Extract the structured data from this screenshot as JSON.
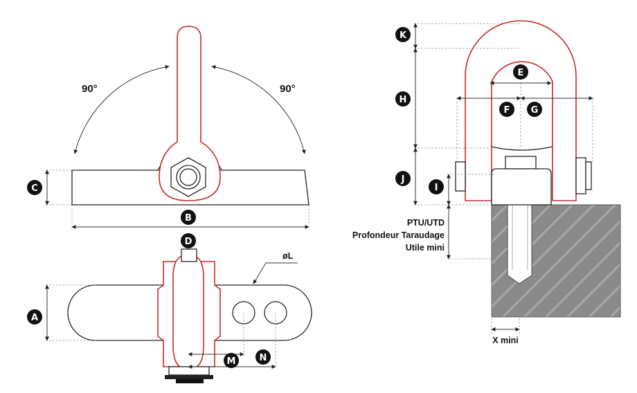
{
  "colors": {
    "accent_red": "#c8282c",
    "line": "#222222",
    "block_gray": "#8a8a8a"
  },
  "angles": {
    "left": "90°",
    "right": "90°"
  },
  "labels": {
    "A": "A",
    "B": "B",
    "C": "C",
    "D": "D",
    "E": "E",
    "F": "F",
    "G": "G",
    "H": "H",
    "I": "I",
    "J": "J",
    "K": "K",
    "M": "M",
    "N": "N"
  },
  "diameter_label": "øL",
  "ptu": {
    "line1": "PTU/UTD",
    "line2": "Profondeur Taraudage",
    "line3": "Utile mini"
  },
  "x_mini": "X mini"
}
